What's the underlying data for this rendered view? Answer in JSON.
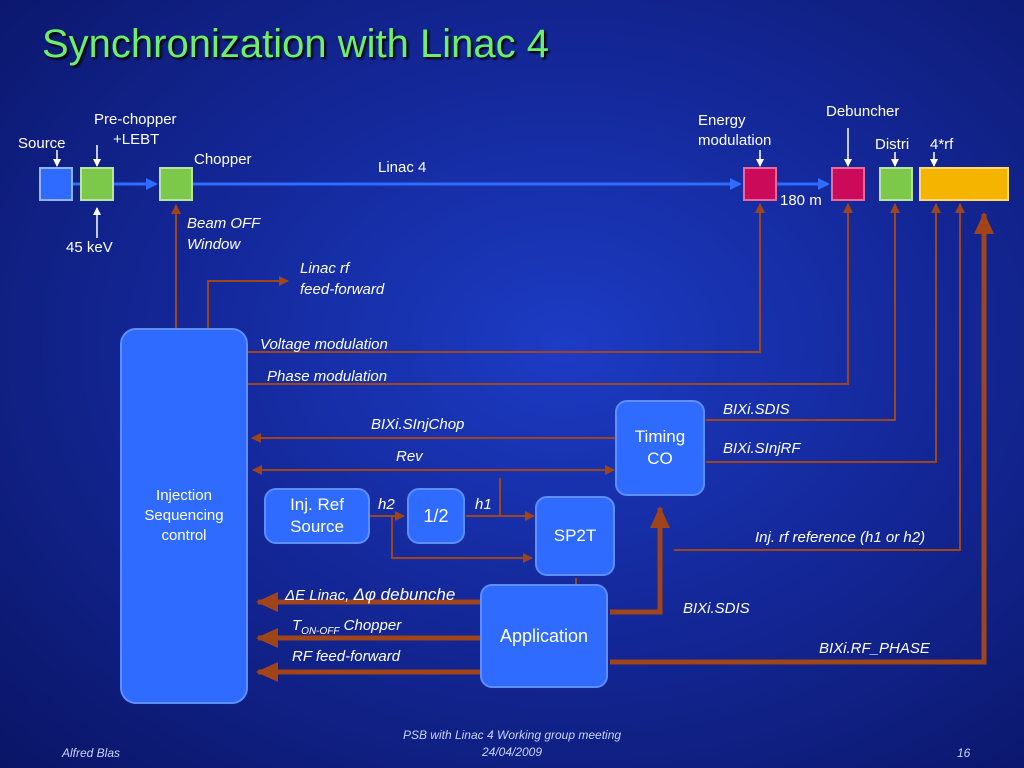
{
  "title": "Synchronization with Linac 4",
  "labels": {
    "source": "Source",
    "pre_chopper": "Pre-chopper",
    "lebt": "+LEBT",
    "chopper": "Chopper",
    "kev": "45 keV",
    "beam_off_1": "Beam OFF",
    "beam_off_2": "Window",
    "linac4": "Linac 4",
    "energy_1": "Energy",
    "energy_2": "modulation",
    "debuncher": "Debuncher",
    "distri": "Distri",
    "four_rf": "4*rf",
    "distance": "180 m",
    "linac_rf_1": "Linac  rf",
    "linac_rf_2": "feed-forward",
    "voltage_mod": "Voltage modulation",
    "phase_mod": "Phase modulation",
    "sinjchop": "BIXi.SInjChop",
    "rev": "Rev",
    "sdis_top": "BIXi.SDIS",
    "sinjrf": "BIXi.SInjRF",
    "h2": "h2",
    "h1": "h1",
    "inj_rf_ref": "Inj. rf reference (h1 or h2)",
    "delta_e": "ΔE Linac, ",
    "delta_phi": "Δφ debunche",
    "t_on_off_t": "T",
    "t_on_off_sub": "ON-OFF",
    "t_on_off_rest": " Chopper",
    "rf_ff": "RF feed-forward",
    "sdis_bottom": "BIXi.SDIS",
    "rf_phase": "BIXi.RF_PHASE"
  },
  "boxes": {
    "injection": "Injection\nSequencing\ncontrol",
    "inj_ref": "Inj. Ref\nSource",
    "half": "1/2",
    "sp2t": "SP2T",
    "timing": "Timing\nCO",
    "application": "Application"
  },
  "footer": {
    "author": "Alfred Blas",
    "meeting_1": "PSB with Linac 4 Working group meeting",
    "meeting_2": "24/04/2009",
    "page": "16"
  },
  "colors": {
    "title": "#6cf06c",
    "source_block": "#2f6bff",
    "green_block": "#7cc84a",
    "magenta_block": "#cc0a5a",
    "yellow_block": "#f5b400",
    "beam_line": "#2f6bff",
    "signal_line": "#a04419",
    "box_fill": "#2f6bff"
  }
}
